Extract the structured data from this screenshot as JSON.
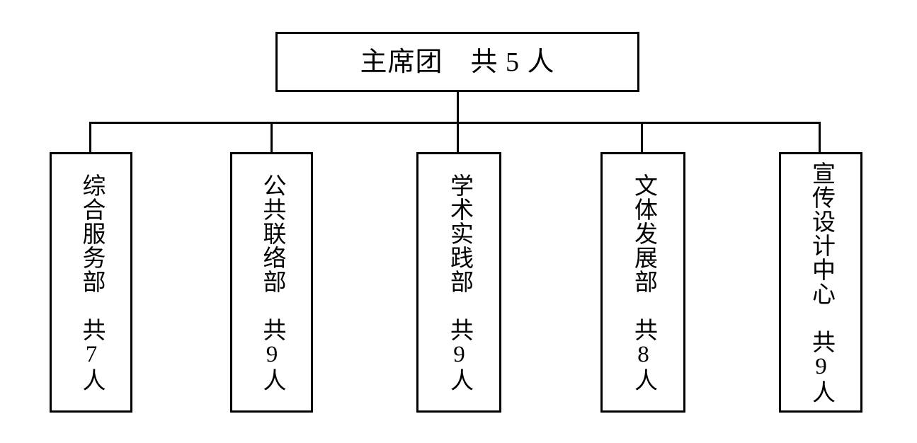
{
  "page": {
    "background_color": "#ffffff",
    "line_color": "#000000",
    "text_color": "#000000"
  },
  "org_chart": {
    "root": {
      "name": "主席团",
      "member_count": 5,
      "label": "主席团　共 5 人"
    },
    "departments": [
      {
        "name": "综合服务部",
        "member_count": 7,
        "label": "综合服务部　共7人"
      },
      {
        "name": "公共联络部",
        "member_count": 9,
        "label": "公共联络部　共9人"
      },
      {
        "name": "学术实践部",
        "member_count": 9,
        "label": "学术实践部　共9人"
      },
      {
        "name": "文体发展部",
        "member_count": 8,
        "label": "文体发展部　共8人"
      },
      {
        "name": "宣传设计中心",
        "member_count": 9,
        "label": "宣传设计中心　共9人"
      }
    ]
  }
}
